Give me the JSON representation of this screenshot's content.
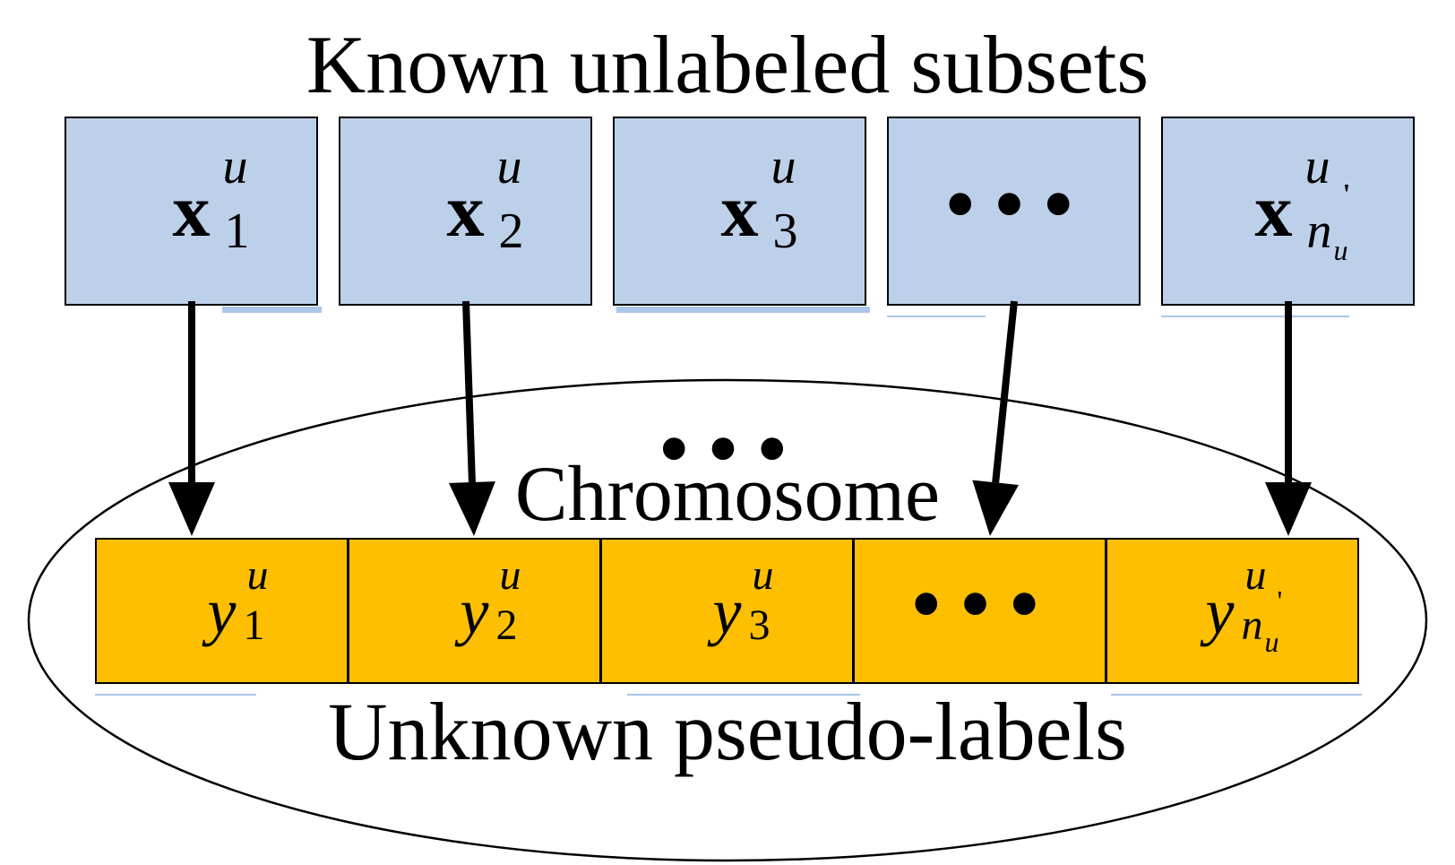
{
  "top_title": "Known unlabeled subsets",
  "chromosome_label": "Chromosome",
  "bottom_title": "Unknown pseudo-labels",
  "ellipsis": "•••",
  "subsets": [
    {
      "var": "x",
      "sup": "u",
      "sub": "1"
    },
    {
      "var": "x",
      "sup": "u",
      "sub": "2"
    },
    {
      "var": "x",
      "sup": "u",
      "sub": "3"
    },
    {
      "ellipsis": "•••"
    },
    {
      "var": "x",
      "sup": "u",
      "sub": "n",
      "sub_sub": "u",
      "prime": "'"
    }
  ],
  "labels": [
    {
      "var": "y",
      "sup": "u",
      "sub": "1"
    },
    {
      "var": "y",
      "sup": "u",
      "sub": "2"
    },
    {
      "var": "y",
      "sup": "u",
      "sub": "3"
    },
    {
      "ellipsis": "•••"
    },
    {
      "var": "y",
      "sup": "u",
      "sub": "n",
      "sub_sub": "u",
      "prime": "'"
    }
  ],
  "colors": {
    "subset_fill": "#bdd0e9",
    "label_fill": "#fdbf00",
    "stroke": "#000000"
  }
}
